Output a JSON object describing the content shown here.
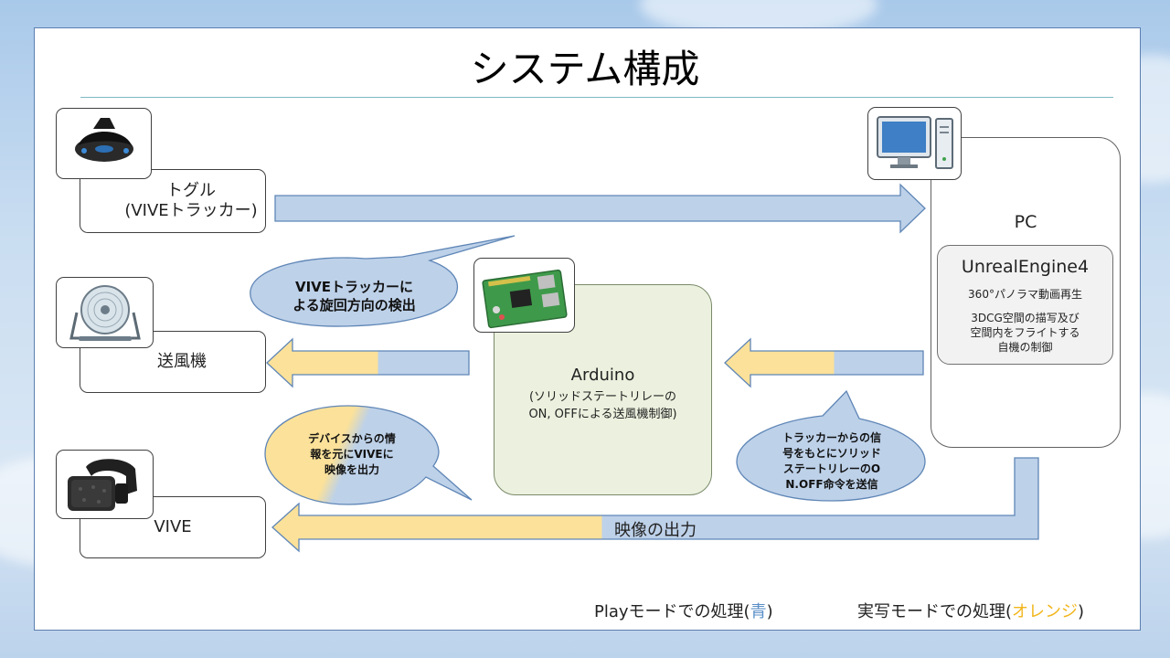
{
  "title": "システム構成",
  "toggle": {
    "line1": "トグル",
    "line2": "(VIVEトラッカー)"
  },
  "fan": {
    "label": "送風機"
  },
  "vive": {
    "label": "VIVE"
  },
  "pc": {
    "label": "PC",
    "engine": "UnrealEngine4",
    "task1": "360°パノラマ動画再生",
    "task2_l1": "3DCG空間の描写及び",
    "task2_l2": "空間内をフライトする",
    "task2_l3": "自機の制御"
  },
  "arduino": {
    "label": "Arduino",
    "sub_l1": "(ソリッドステートリレーの",
    "sub_l2": "ON, OFFによる送風機制御)"
  },
  "bubbles": {
    "detect_l1": "VIVEトラッカーに",
    "detect_l2": "よる旋回方向の検出",
    "device_l1": "デバイスからの情",
    "device_l2": "報を元にVIVEに",
    "device_l3": "映像を出力",
    "relay_l1": "トラッカーからの信",
    "relay_l2": "号をもとにソリッド",
    "relay_l3": "ステートリレーのO",
    "relay_l4": "N.OFF命令を送信"
  },
  "video_output": "映像の出力",
  "legend": {
    "play_prefix": "Playモードでの処理(",
    "play_color_word": "青",
    "play_suffix": ")",
    "real_prefix": "実写モードでの処理(",
    "real_color_word": "オレンジ",
    "real_suffix": ")"
  },
  "colors": {
    "blue": "#bdd1e9",
    "orange": "#fbe199",
    "outline": "#5f86b6",
    "green_box": "#ebf1de",
    "legend_blue": "#5b8fc7",
    "legend_orange": "#f2b61c"
  }
}
